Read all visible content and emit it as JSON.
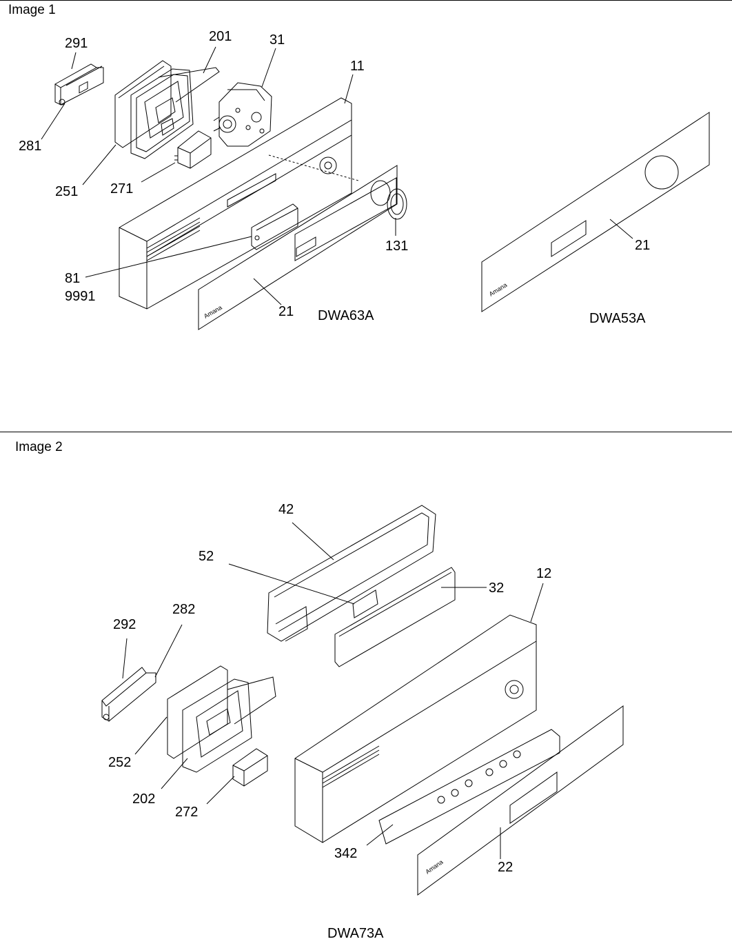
{
  "sections": [
    {
      "label": "Image 1"
    },
    {
      "label": "Image 2"
    }
  ],
  "models": {
    "dwa63a": "DWA63A",
    "dwa53a": "DWA53A",
    "dwa73a": "DWA73A"
  },
  "callouts": {
    "c291": "291",
    "c201": "201",
    "c31": "31",
    "c11": "11",
    "c281": "281",
    "c251": "251",
    "c271": "271",
    "c81": "81",
    "c9991": "9991",
    "c21a": "21",
    "c131": "131",
    "c21b": "21",
    "c42": "42",
    "c52": "52",
    "c12": "12",
    "c32": "32",
    "c282": "282",
    "c292": "292",
    "c252": "252",
    "c202": "202",
    "c272": "272",
    "c342": "342",
    "c22": "22"
  },
  "panel_text": {
    "brand": "Amana"
  }
}
